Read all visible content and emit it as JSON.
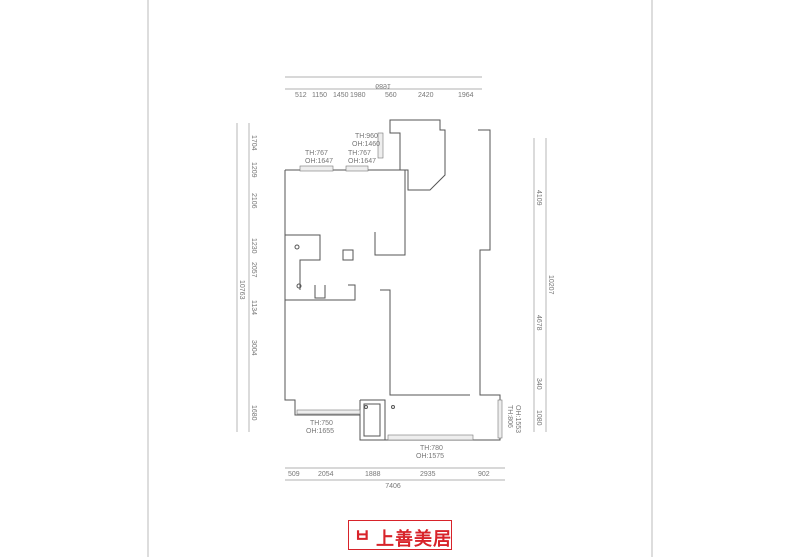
{
  "plan": {
    "top_total": "6891",
    "top_segments": [
      "512",
      "1150",
      "1450",
      "1980",
      "560",
      "2420",
      "1964"
    ],
    "bottom_total": "7406",
    "bottom_segments": [
      "509",
      "2054",
      "1888",
      "2935",
      "902"
    ],
    "left_total": "10763",
    "left_segments": [
      "1704",
      "1209",
      "2106",
      "1230",
      "2057",
      "1134",
      "3004",
      "1680"
    ],
    "right_total": "10207",
    "right_segments": [
      "4109",
      "4678",
      "340",
      "1080"
    ],
    "windows": [
      {
        "oh": "OH:1647",
        "th": "TH:767"
      },
      {
        "oh": "OH:1647",
        "th": "TH:767"
      },
      {
        "oh": "OH:1460",
        "th": "TH:960"
      },
      {
        "oh": "OH:1655",
        "th": "TH:750"
      },
      {
        "oh": "OH:1575",
        "th": "TH:780"
      },
      {
        "oh": "OH:1553",
        "th": "TH:806"
      }
    ]
  },
  "logo": {
    "text": "上善美居",
    "accent": "#d8232a"
  }
}
